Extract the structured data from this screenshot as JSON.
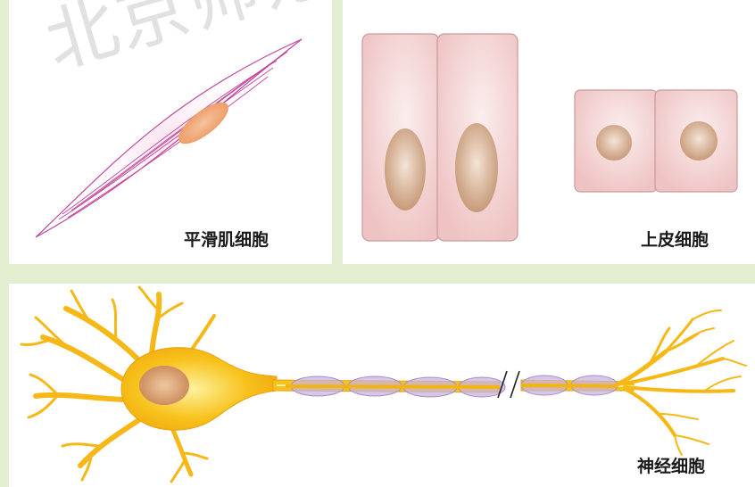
{
  "labels": {
    "smooth_muscle": "平滑肌细胞",
    "epithelial": "上皮细胞",
    "neuron": "神经细胞"
  },
  "watermark": "北京师范",
  "colors": {
    "background": "#e4efd2",
    "panel": "#ffffff",
    "smooth_muscle_line": "#c2459b",
    "smooth_muscle_nucleus": "#f2a878",
    "epithelial_cell": "#f4d3d3",
    "epithelial_border": "#c89a9a",
    "epithelial_nucleus": "#d8b49a",
    "neuron_body": "#f8c21c",
    "neuron_outline": "#d99a10",
    "neuron_nucleus": "#d89a6a",
    "myelin_sheath": "#c8b4e0"
  }
}
